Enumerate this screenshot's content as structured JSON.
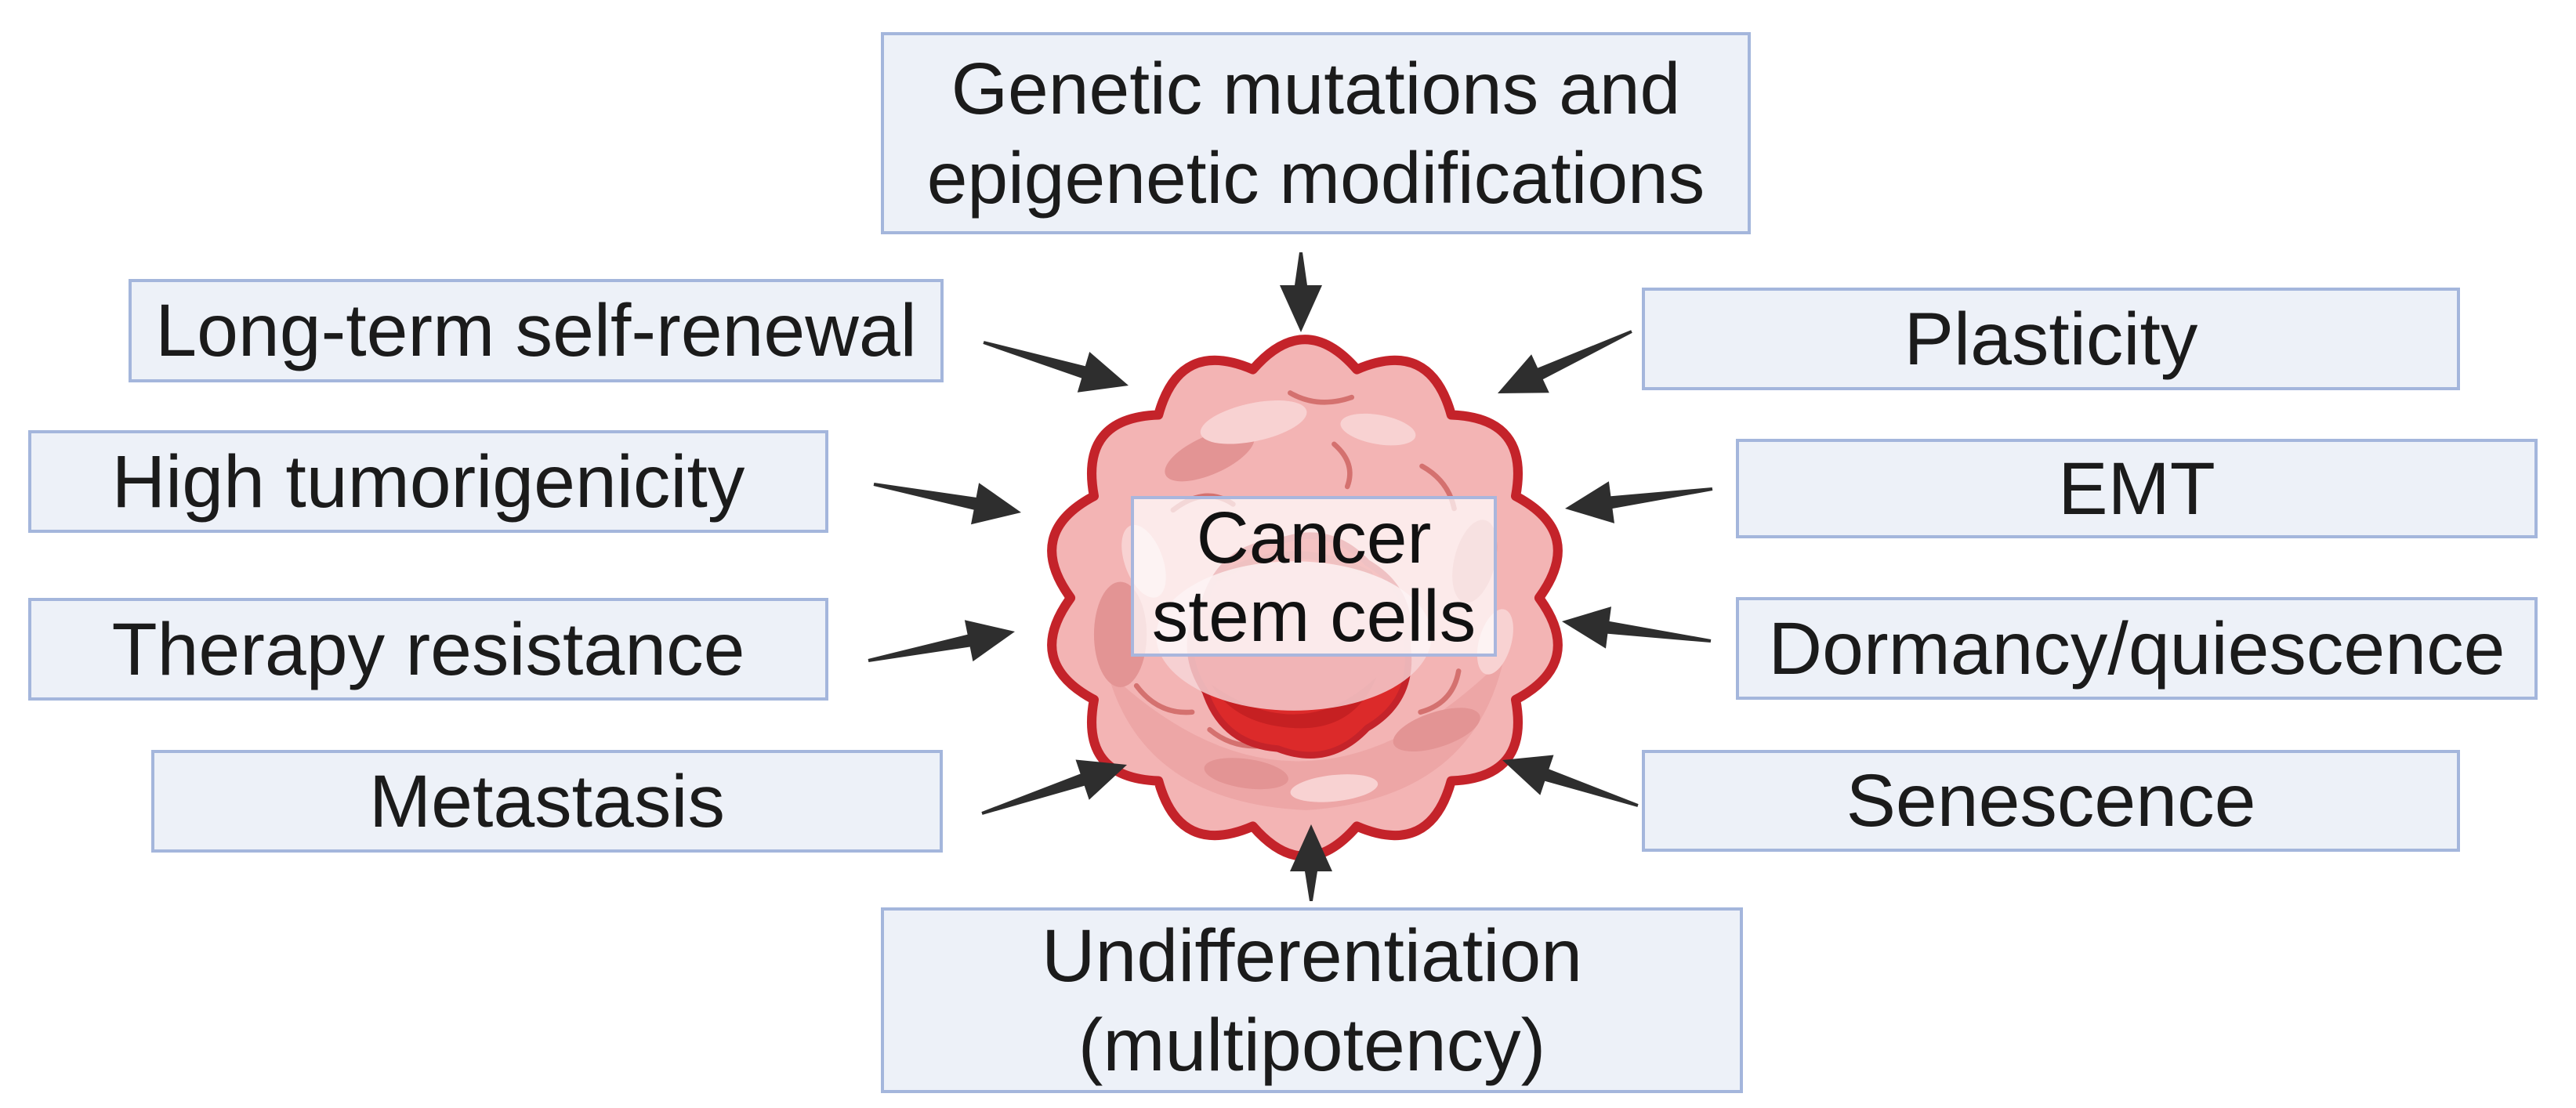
{
  "figure": {
    "center": {
      "lines": [
        "Cancer",
        "stem cells"
      ]
    },
    "boxes": [
      {
        "id": "genetic-mutations",
        "lines": [
          "Genetic mutations and",
          "epigenetic modifications"
        ],
        "position": "top"
      },
      {
        "id": "long-term-self-renewal",
        "lines": [
          "Long-term self-renewal"
        ],
        "position": "left-1"
      },
      {
        "id": "high-tumorigenicity",
        "lines": [
          "High tumorigenicity"
        ],
        "position": "left-2"
      },
      {
        "id": "therapy-resistance",
        "lines": [
          "Therapy resistance"
        ],
        "position": "left-3"
      },
      {
        "id": "metastasis",
        "lines": [
          "Metastasis"
        ],
        "position": "left-4"
      },
      {
        "id": "plasticity",
        "lines": [
          "Plasticity"
        ],
        "position": "right-1"
      },
      {
        "id": "emt",
        "lines": [
          "EMT"
        ],
        "position": "right-2"
      },
      {
        "id": "dormancy-quiescence",
        "lines": [
          "Dormancy/quiescence"
        ],
        "position": "right-3"
      },
      {
        "id": "senescence",
        "lines": [
          "Senescence"
        ],
        "position": "right-4"
      },
      {
        "id": "undifferentiation",
        "lines": [
          "Undifferentiation",
          "(multipotency)"
        ],
        "position": "bottom"
      }
    ],
    "colors": {
      "background": "#ffffff",
      "box_background": "#edf1f8",
      "box_border": "#a4b6dc",
      "text": "#1b1b1b",
      "arrow": "#2e2e2e",
      "cell_outline": "#c4232a",
      "cell_body": "#f3b4b4",
      "cell_shading": "#e39494",
      "cell_highlight": "#f8d2d2",
      "nucleus": "#dc2a2a",
      "center_label_background": "rgba(255,255,255,0.72)",
      "center_label_border": "#a9b6dd"
    }
  }
}
